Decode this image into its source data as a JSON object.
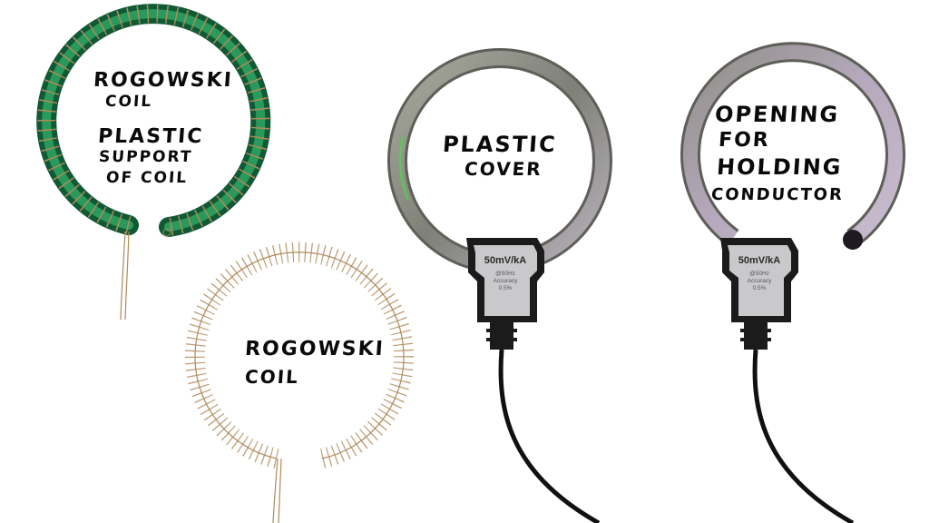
{
  "figure": {
    "subject": "Rogowski coil construction",
    "colors": {
      "support_green": "#1f7a4a",
      "wire_copper": "#b08a5a",
      "cover_gray": "#8f8f86",
      "cover_purple": "#b9a6c0",
      "housing_black": "#1b1b1b",
      "label_plate": "#c9c9cc",
      "text": "#0a0a0a"
    }
  },
  "panels": {
    "support_coil": {
      "label_line1": "ROGOWSKI",
      "label_line2": "COIL",
      "label_line3": "PLASTIC",
      "label_line4": "SUPPORT",
      "label_line5": "OF COIL"
    },
    "bare_coil": {
      "label_line1": "ROGOWSKI",
      "label_line2": "COIL"
    },
    "closed_sensor": {
      "label_line1": "PLASTIC",
      "label_line2": "COVER",
      "plate_rating": "50mV/kA",
      "plate_freq": "@50Hz",
      "plate_accuracy_label": "Accuracy",
      "plate_accuracy_value": "0.5%"
    },
    "open_sensor": {
      "label_line1": "OPENING",
      "label_line2": "FOR",
      "label_line3": "HOLDING",
      "label_line4": "CONDUCTOR",
      "plate_rating": "50mV/kA",
      "plate_freq": "@50Hz",
      "plate_accuracy_label": "Accuracy",
      "plate_accuracy_value": "0.5%"
    }
  }
}
